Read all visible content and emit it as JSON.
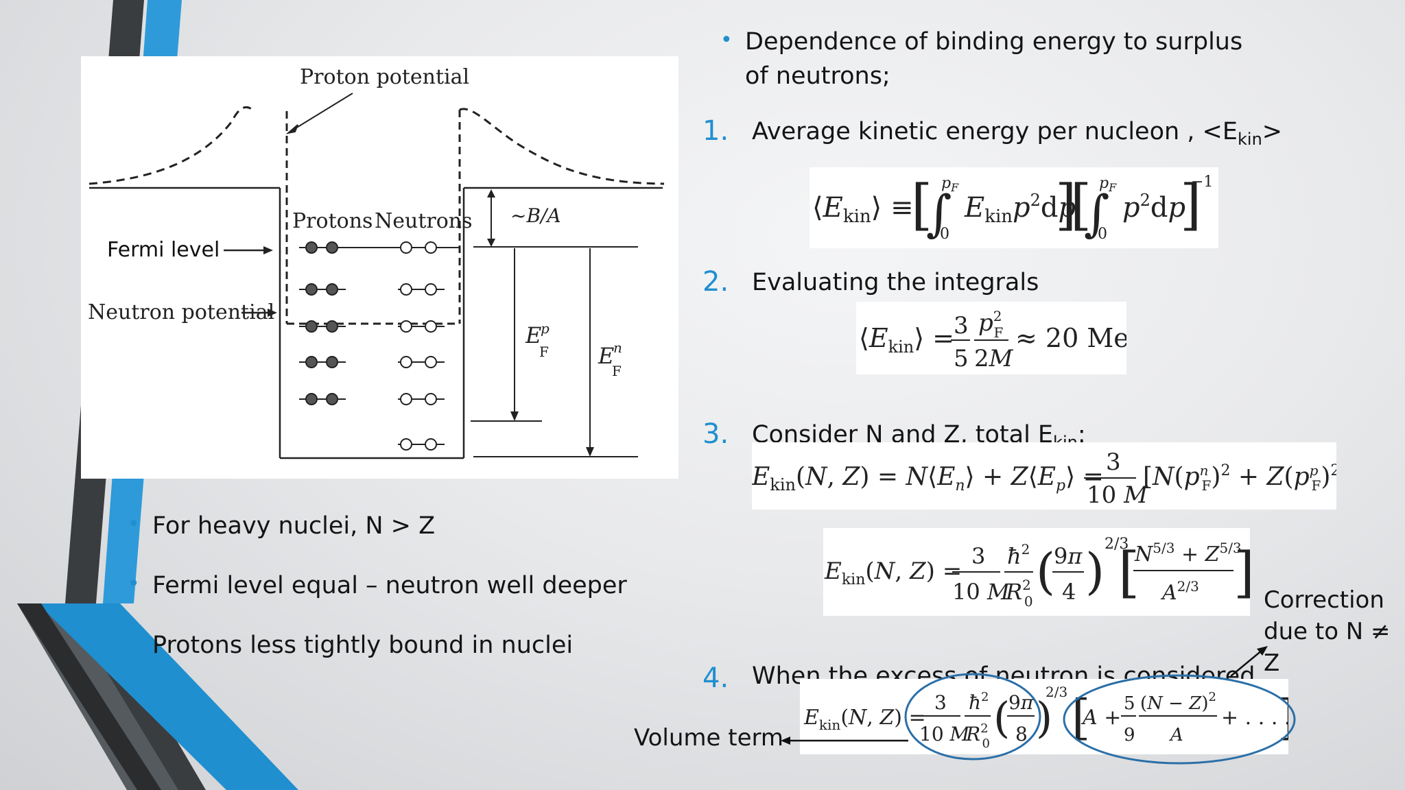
{
  "diagram": {
    "proton_potential": "Proton potential",
    "protons": "Protons",
    "neutrons": "Neutrons",
    "binding": "~B/A",
    "fermi_level": "Fermi level",
    "neutron_potential": "Neutron potential",
    "efp_main": "E",
    "efp_sup": "p",
    "efp_sub": "F",
    "efn_main": "E",
    "efn_sup": "n",
    "efn_sub": "F"
  },
  "left_bullets": [
    "For heavy nuclei, N > Z",
    "Fermi level equal – neutron well deeper",
    "Protons less tightly bound in nuclei"
  ],
  "right": {
    "intro": "Dependence of binding energy to surplus of neutrons;",
    "steps": [
      {
        "num": "1.",
        "text": "Average kinetic energy per nucleon , <E",
        "sub": "kin",
        "after": ">"
      },
      {
        "num": "2.",
        "text": "Evaluating the integrals"
      },
      {
        "num": "3.",
        "text": "Consider N and Z, total E",
        "sub": "kin",
        "after": ":"
      },
      {
        "num": "4.",
        "text": "When the excess of neutron is considered"
      }
    ]
  },
  "annotations": {
    "correction_line1": "Correction",
    "correction_line2": "due to N ≠ Z",
    "volume_term": "Volume term"
  },
  "colors": {
    "accent_blue": "#1f8fcf",
    "dark_gray": "#3a3d40",
    "ellipse_blue": "#2a6fa8"
  }
}
